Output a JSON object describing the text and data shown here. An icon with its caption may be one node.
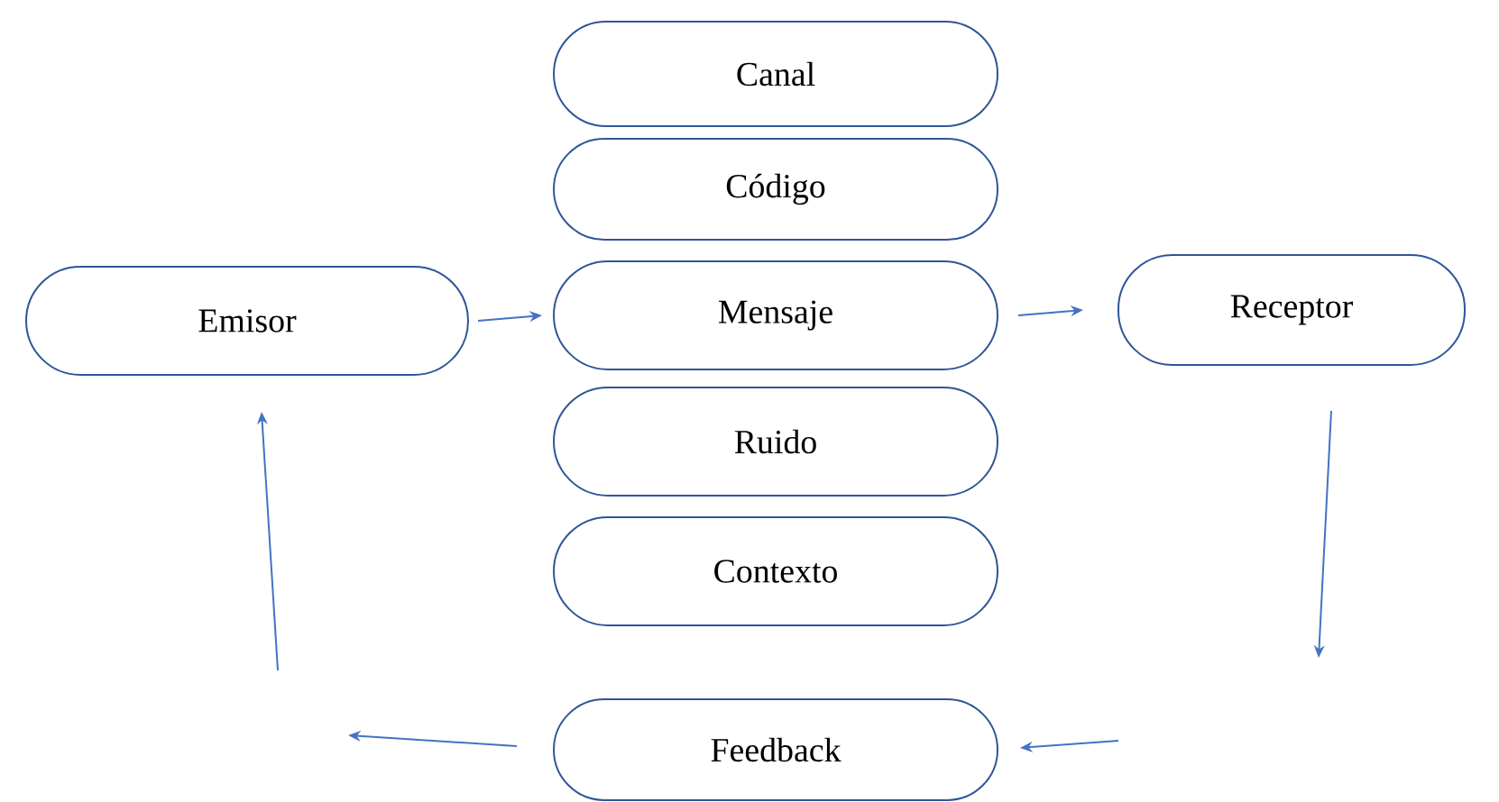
{
  "diagram": {
    "nodes": [
      {
        "text": [
          "Canal"
        ]
      },
      {
        "text": [
          "Código"
        ]
      },
      {
        "text": [
          "Emisor"
        ]
      },
      {
        "text": [
          "Mensaje"
        ]
      },
      {
        "text": [
          "Receptor"
        ]
      },
      {
        "text": [
          "Ruido"
        ]
      },
      {
        "text": [
          "Contexto"
        ]
      },
      {
        "text": [
          "Feedback"
        ]
      }
    ],
    "edges": [
      {
        "from": 2,
        "to": 3,
        "arrow": "to"
      },
      {
        "from": 3,
        "to": 4,
        "arrow": "to"
      },
      {
        "from": 4,
        "to": null,
        "arrow": "to"
      },
      {
        "from": null,
        "to": 7,
        "arrow": "to"
      },
      {
        "from": 7,
        "to": null,
        "arrow": "to"
      },
      {
        "from": null,
        "to": 2,
        "arrow": "to"
      }
    ]
  }
}
